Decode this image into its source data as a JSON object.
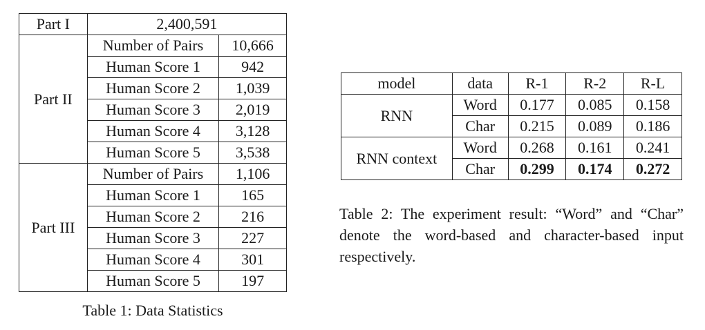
{
  "table1": {
    "caption": "Table 1: Data Statistics",
    "part1": {
      "label": "Part I",
      "value": "2,400,591"
    },
    "part2": {
      "label": "Part II",
      "rows": [
        {
          "label": "Number of Pairs",
          "value": "10,666"
        },
        {
          "label": "Human Score 1",
          "value": "942"
        },
        {
          "label": "Human Score 2",
          "value": "1,039"
        },
        {
          "label": "Human Score 3",
          "value": "2,019"
        },
        {
          "label": "Human Score 4",
          "value": "3,128"
        },
        {
          "label": "Human Score 5",
          "value": "3,538"
        }
      ]
    },
    "part3": {
      "label": "Part III",
      "rows": [
        {
          "label": "Number of Pairs",
          "value": "1,106"
        },
        {
          "label": "Human Score 1",
          "value": "165"
        },
        {
          "label": "Human Score 2",
          "value": "216"
        },
        {
          "label": "Human Score 3",
          "value": "227"
        },
        {
          "label": "Human Score 4",
          "value": "301"
        },
        {
          "label": "Human Score 5",
          "value": "197"
        }
      ]
    }
  },
  "table2": {
    "caption": "Table 2: The experiment result: “Word” and “Char” denote the word-based and character-based input respectively.",
    "headers": [
      "model",
      "data",
      "R-1",
      "R-2",
      "R-L"
    ],
    "groups": [
      {
        "model": "RNN",
        "rows": [
          {
            "data": "Word",
            "r1": "0.177",
            "r2": "0.085",
            "rl": "0.158"
          },
          {
            "data": "Char",
            "r1": "0.215",
            "r2": "0.089",
            "rl": "0.186"
          }
        ]
      },
      {
        "model": "RNN context",
        "rows": [
          {
            "data": "Word",
            "r1": "0.268",
            "r2": "0.161",
            "rl": "0.241"
          },
          {
            "data": "Char",
            "r1": "0.299",
            "r2": "0.174",
            "rl": "0.272"
          }
        ]
      }
    ]
  }
}
